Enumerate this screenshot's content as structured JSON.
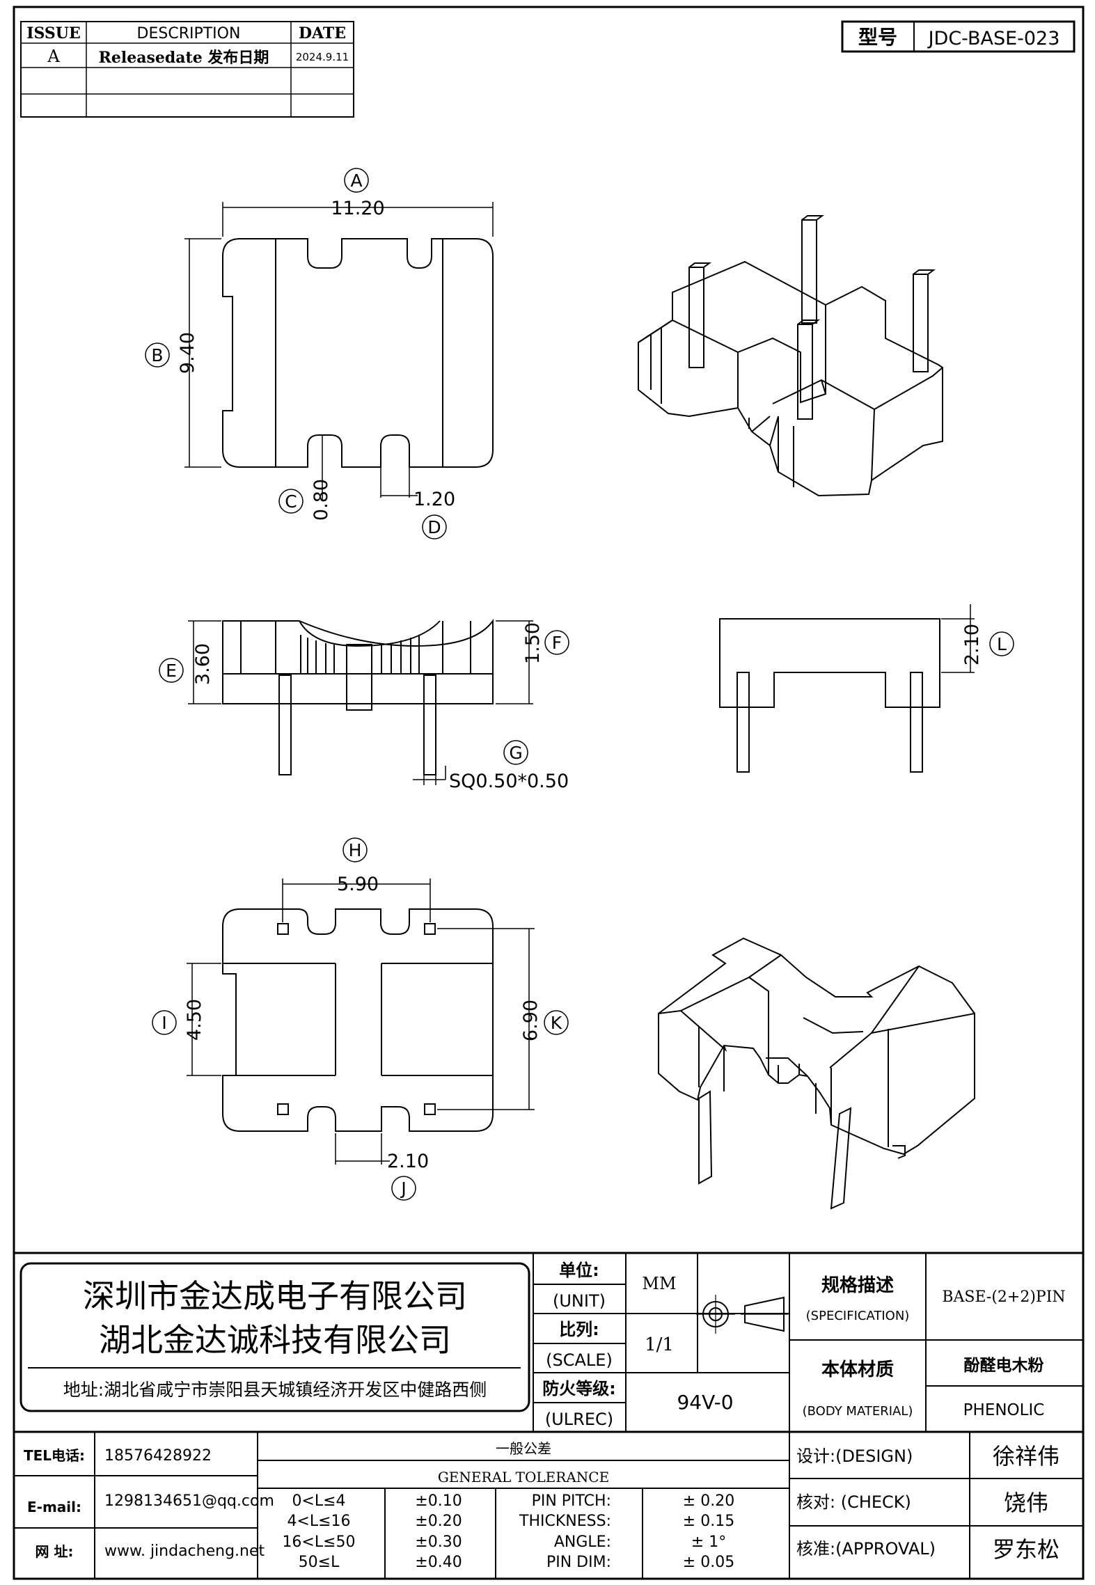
{
  "revision_table": {
    "headers": {
      "issue": "ISSUE",
      "description": "DESCRIPTION",
      "date": "DATE"
    },
    "rows": [
      {
        "issue": "A",
        "description": "Releasedate 发布日期",
        "date": "2024.9.11"
      }
    ]
  },
  "model": {
    "label": "型号",
    "value": "JDC-BASE-023"
  },
  "top_view": {
    "dim_a": {
      "letter": "A",
      "value": "11.20"
    },
    "dim_b": {
      "letter": "B",
      "value": "9.40"
    },
    "dim_c": {
      "letter": "C",
      "value": "0.80"
    },
    "dim_d": {
      "letter": "D",
      "value": "1.20"
    }
  },
  "front_view": {
    "dim_e": {
      "letter": "E",
      "value": "3.60"
    },
    "dim_f": {
      "letter": "F",
      "value": "1.50"
    },
    "dim_g": {
      "letter": "G",
      "value": "SQ0.50*0.50"
    }
  },
  "side_view": {
    "dim_l": {
      "letter": "L",
      "value": "2.10"
    }
  },
  "bottom_view": {
    "dim_h": {
      "letter": "H",
      "value": "5.90"
    },
    "dim_i": {
      "letter": "I",
      "value": "4.50"
    },
    "dim_j": {
      "letter": "J",
      "value": "2.10"
    },
    "dim_k": {
      "letter": "K",
      "value": "6.90"
    }
  },
  "title_block": {
    "company_1": "深圳市金达成电子有限公司",
    "company_2": "湖北金达诚科技有限公司",
    "address": "地址:湖北省咸宁市崇阳县天城镇经济开发区中健路西侧",
    "unit_label": "单位:",
    "unit_label_en": "(UNIT)",
    "unit_value": "MM",
    "scale_label": "比列:",
    "scale_label_en": "(SCALE)",
    "scale_value": "1/1",
    "fire_label": "防火等级:",
    "fire_label_en": "(ULREC)",
    "fire_value": "94V-0",
    "spec_label": "规格描述",
    "spec_label_en": "(SPECIFICATION)",
    "spec_value": "BASE-(2+2)PIN",
    "material_label": "本体材质",
    "material_label_en": "(BODY MATERIAL)",
    "material_value_cn": "酚醛电木粉",
    "material_value_en": "PHENOLIC",
    "tel_label": "TEL电话:",
    "tel_value": "18576428922",
    "email_label": "E-mail:",
    "email_value": "1298134651@qq.com",
    "web_label": "网    址:",
    "web_value": "www. jindacheng.net",
    "tolerance_title_cn": "一般公差",
    "tolerance_title_en": "GENERAL TOLERANCE",
    "tolerance_ranges": [
      {
        "range": "0<L≤4",
        "tol": "±0.10"
      },
      {
        "range": "4<L≤16",
        "tol": "±0.20"
      },
      {
        "range": "16<L≤50",
        "tol": "±0.30"
      },
      {
        "range": "50≤L",
        "tol": "±0.40"
      }
    ],
    "tolerance_specs": [
      {
        "name": "PIN PITCH:",
        "tol": "±  0.20"
      },
      {
        "name": "THICKNESS:",
        "tol": "±  0.15"
      },
      {
        "name": "ANGLE:",
        "tol": "±  1°"
      },
      {
        "name": "PIN DIM:",
        "tol": "±  0.05"
      }
    ],
    "design_label": "设计:(DESIGN)",
    "design_value": "徐祥伟",
    "check_label": "核对: (CHECK)",
    "check_value": "饶伟",
    "approval_label": "核准:(APPROVAL)",
    "approval_value": "罗东松"
  }
}
